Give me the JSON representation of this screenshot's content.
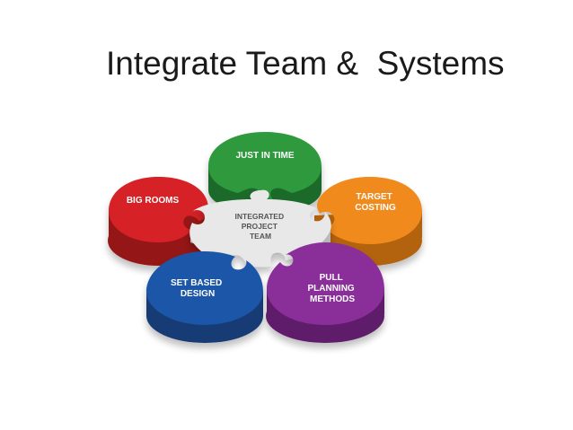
{
  "slide": {
    "title": "Integrate Team &  Systems"
  },
  "diagram": {
    "center": {
      "lines": [
        "INTEGRATED",
        "PROJECT",
        "TEAM"
      ],
      "color": "#e8e8e8"
    },
    "pieces": [
      {
        "id": "just-in-time",
        "lines": [
          "JUST IN TIME"
        ],
        "color": "#2e9a3c",
        "dark": "#1f6a29"
      },
      {
        "id": "target-costing",
        "lines": [
          "TARGET",
          "COSTING"
        ],
        "color": "#f08a1a",
        "dark": "#b3620c"
      },
      {
        "id": "pull-planning-methods",
        "lines": [
          "PULL",
          "PLANNING",
          "METHODS"
        ],
        "color": "#8a2f9a",
        "dark": "#5f1f6b"
      },
      {
        "id": "set-based-design",
        "lines": [
          "SET BASED",
          "DESIGN"
        ],
        "color": "#1d56a8",
        "dark": "#123a74"
      },
      {
        "id": "big-rooms",
        "lines": [
          "BIG ROOMS"
        ],
        "color": "#d62328",
        "dark": "#941619"
      }
    ]
  }
}
